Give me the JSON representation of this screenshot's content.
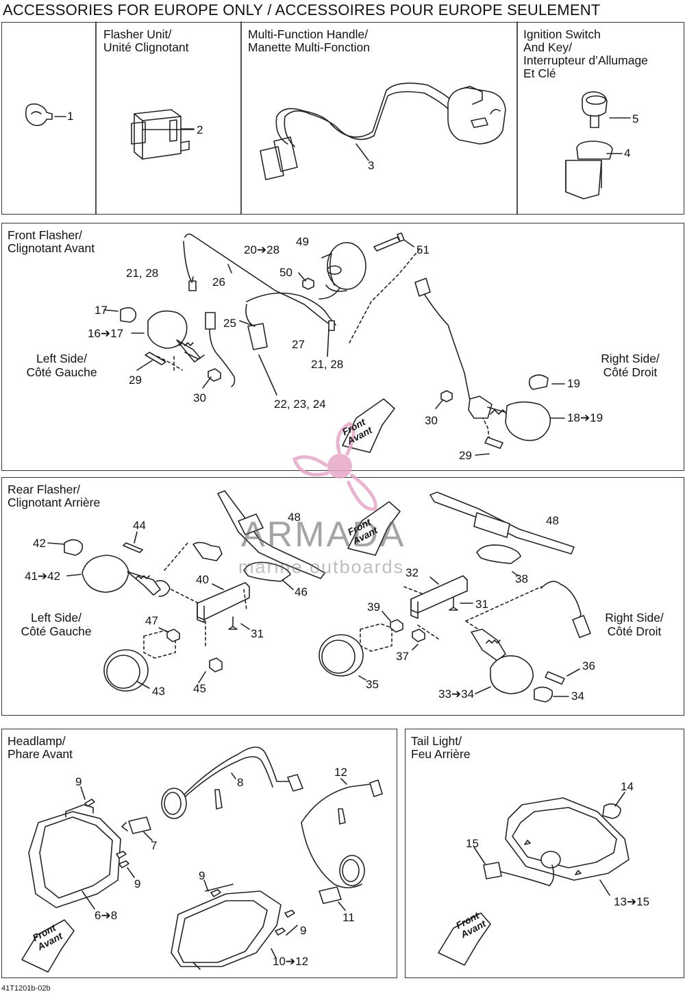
{
  "page_title": "ACCESSORIES FOR EUROPE ONLY / ACCESSOIRES POUR EUROPE SEULEMENT",
  "top_cells": {
    "flasher_unit": "Flasher Unit/\nUnité Clignotant",
    "handle": "Multi-Function Handle/\nManette Multi-Fonction",
    "ignition": "Ignition Switch\nAnd Key/\nInterrupteur d’Allumage\nEt Clé"
  },
  "front_panel": {
    "title": "Front Flasher/\nClignotant Avant",
    "left_side": "Left Side/\nCôté Gauche",
    "right_side": "Right Side/\nCôté Droit",
    "front_arrow": "Front\nAvant"
  },
  "rear_panel": {
    "title": "Rear Flasher/\nClignotant Arrière",
    "left_side": "Left Side/\nCôté Gauche",
    "right_side": "Right Side/\nCôté Droit",
    "front_arrow": "Front\nAvant"
  },
  "headlamp_panel": {
    "title": "Headlamp/\nPhare Avant",
    "front_arrow": "Front\nAvant"
  },
  "tail_panel": {
    "title": "Tail Light/\nFeu Arrière",
    "front_arrow": "Front\nAvant"
  },
  "watermark": {
    "brand": "ARMADA",
    "tagline": "marine outboards",
    "color": "#e7a7c9"
  },
  "callouts": {
    "c1": "1",
    "c2": "2",
    "c3": "3",
    "c4": "4",
    "c5": "5",
    "c49": "49",
    "c2028": "20➔28",
    "c51": "51",
    "c2128a": "21, 28",
    "c26": "26",
    "c50": "50",
    "c17": "17",
    "c1617": "16➔17",
    "c25": "25",
    "c27": "27",
    "c2128b": "21, 28",
    "c29a": "29",
    "c30a": "30",
    "c222324": "22, 23, 24",
    "c19": "19",
    "c1819": "18➔19",
    "c30b": "30",
    "c29b": "29",
    "c44": "44",
    "c48a": "48",
    "c48b": "48",
    "c42": "42",
    "c4142": "41➔42",
    "c40": "40",
    "c46": "46",
    "c32": "32",
    "c38": "38",
    "c31a": "31",
    "c31b": "31",
    "c39": "39",
    "c47": "47",
    "c37": "37",
    "c36": "36",
    "c43": "43",
    "c45": "45",
    "c35": "35",
    "c3334": "33➔34",
    "c34": "34",
    "c9a": "9",
    "c8": "8",
    "c12": "12",
    "c7": "7",
    "c9b": "9",
    "c68": "6➔8",
    "c9c": "9",
    "c11": "11",
    "c9d": "9",
    "c1012": "10➔12",
    "c14": "14",
    "c15": "15",
    "c1315": "13➔15"
  },
  "footer": "41T1201b-02b"
}
